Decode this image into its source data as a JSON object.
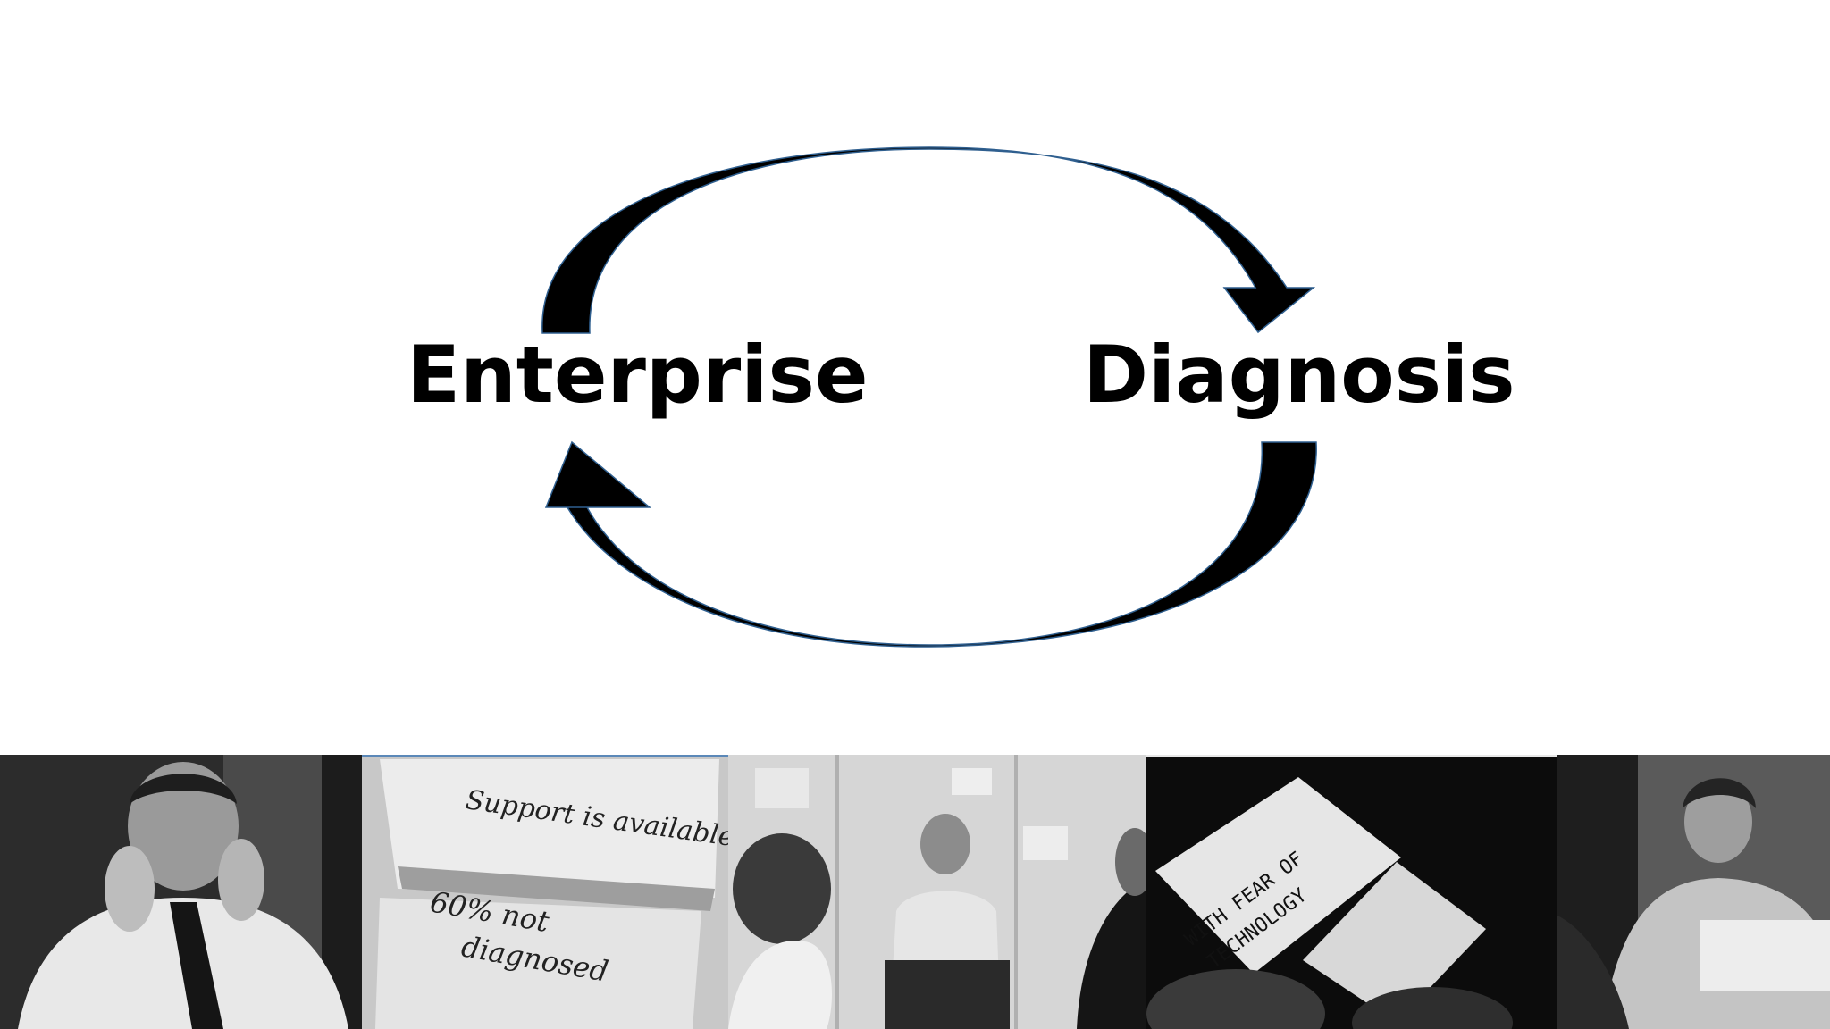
{
  "diagram": {
    "nodes": [
      "Enterprise",
      "Diagnosis"
    ],
    "edges": [
      {
        "from": "Enterprise",
        "to": "Diagnosis",
        "path": "top-arc"
      },
      {
        "from": "Diagnosis",
        "to": "Enterprise",
        "path": "bottom-arc"
      }
    ],
    "arrow_color": "#000000",
    "arrow_outline_color": "#2f5f8f"
  },
  "photos": [
    {
      "icon": "man-gesturing-photo",
      "notes": []
    },
    {
      "icon": "sticky-notes-photo",
      "notes": [
        "Support is available",
        "60% not",
        "diagnosed"
      ]
    },
    {
      "icon": "workshop-man-seated-photo",
      "notes": []
    },
    {
      "icon": "handwritten-cards-photo",
      "notes": [
        "WITH FEAR OF",
        "TECHNOLOGY"
      ]
    },
    {
      "icon": "woman-smiling-photo",
      "notes": []
    }
  ],
  "colors": {
    "background": "#ffffff",
    "text": "#000000"
  }
}
